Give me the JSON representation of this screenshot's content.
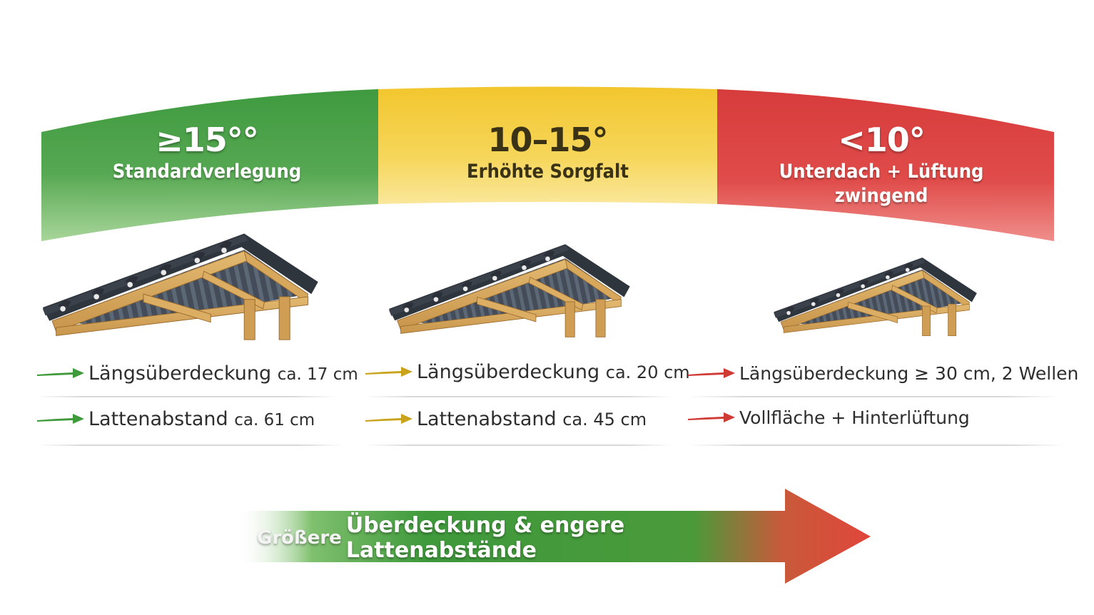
{
  "zones": [
    {
      "angle": "≥15°°",
      "title": "Standardverlegung",
      "color": "#4ea04b",
      "specs": [
        {
          "name": "Längsüberdeckung",
          "value": "ca. 17 cm"
        },
        {
          "name": "Lattenabstand",
          "value": "ca. 61 cm"
        }
      ]
    },
    {
      "angle": "10–15°",
      "title": "Erhöhte Sorgfalt",
      "color": "#f2c93a",
      "specs": [
        {
          "name": "Längsüberdeckung",
          "value": "ca. 20 cm"
        },
        {
          "name": "Lattenabstand",
          "value": "ca. 45 cm"
        }
      ]
    },
    {
      "angle": "<10°",
      "title": "Unterdach + Lüftung zwingend",
      "color": "#d9413e",
      "specs": [
        {
          "name": "Längsüberdeckung",
          "value": "≥ 30 cm, 2 Wellen"
        },
        {
          "name": "Vollfläche + Hinterlüftung",
          "value": ""
        }
      ]
    }
  ],
  "arrow_colors": [
    "#3f9a3c",
    "#c9a31b",
    "#d03a35"
  ],
  "bottom_banner": {
    "prefix": "Größere",
    "text": "Überdeckung & engere Lattenabstände"
  },
  "icons": [
    "roof-illustration-icon",
    "arrow-right-icon"
  ]
}
